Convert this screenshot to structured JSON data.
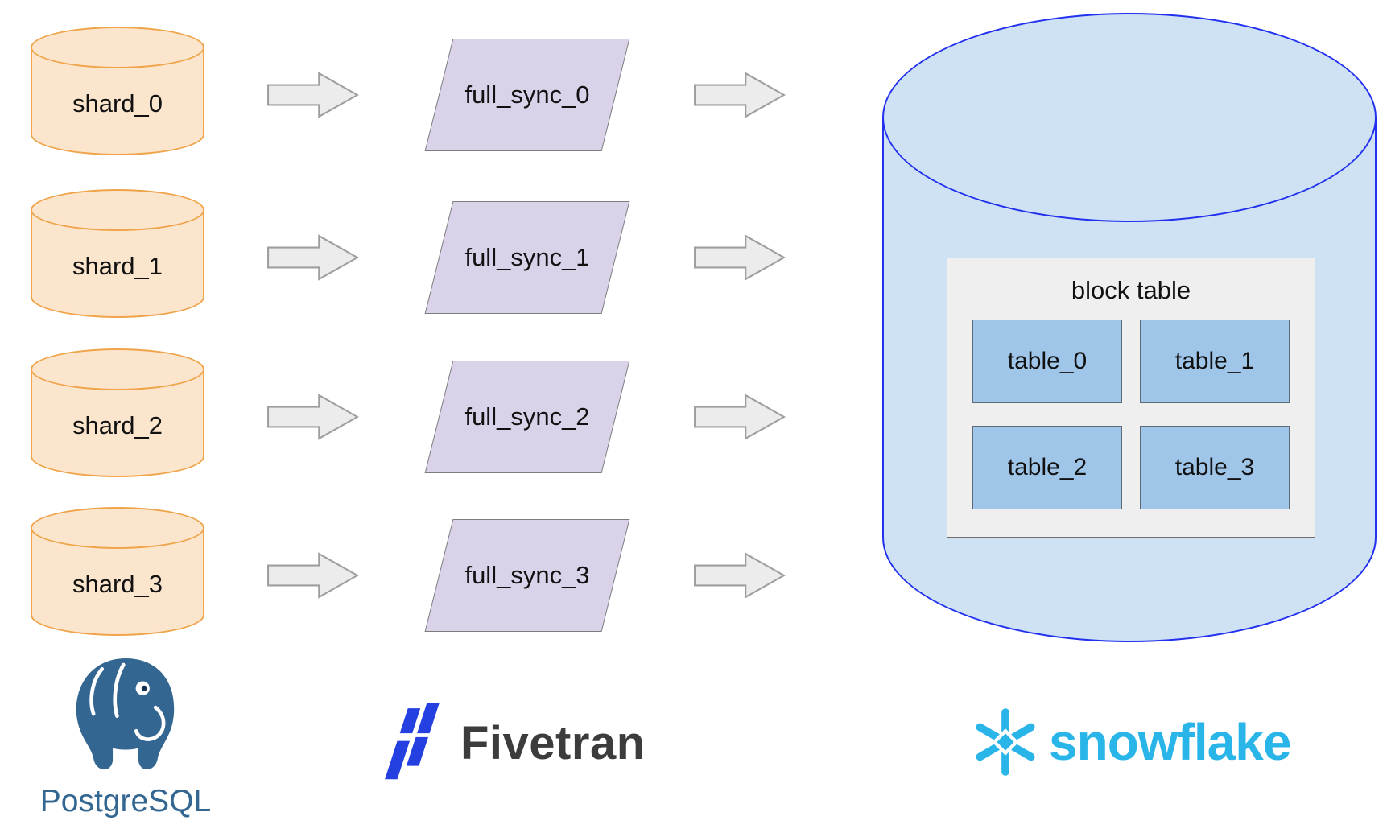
{
  "diagram": {
    "source": {
      "shards": [
        {
          "label": "shard_0"
        },
        {
          "label": "shard_1"
        },
        {
          "label": "shard_2"
        },
        {
          "label": "shard_3"
        }
      ],
      "logo_text": "PostgreSQL"
    },
    "pipeline": {
      "syncs": [
        {
          "label": "full_sync_0"
        },
        {
          "label": "full_sync_1"
        },
        {
          "label": "full_sync_2"
        },
        {
          "label": "full_sync_3"
        }
      ],
      "logo_text": "Fivetran"
    },
    "destination": {
      "block_table_title": "block table",
      "tables": [
        {
          "label": "table_0"
        },
        {
          "label": "table_1"
        },
        {
          "label": "table_2"
        },
        {
          "label": "table_3"
        }
      ],
      "logo_text": "snowflake"
    },
    "colors": {
      "shard_fill": "#fce5cd",
      "shard_stroke": "#f0a44a",
      "sync_fill": "#d9d2e9",
      "sync_stroke": "#7d7d7d",
      "arrow_fill": "#ececec",
      "arrow_stroke": "#9e9e9e",
      "warehouse_fill": "#cfe2f3",
      "warehouse_stroke": "#2230f0",
      "block_box_fill": "#efefef",
      "table_fill": "#9fc5e8",
      "postgresql_blue": "#336791",
      "fivetran_blue": "#2440e0",
      "fivetran_text": "#3c3c3c",
      "snowflake_blue": "#29b5e8"
    }
  }
}
